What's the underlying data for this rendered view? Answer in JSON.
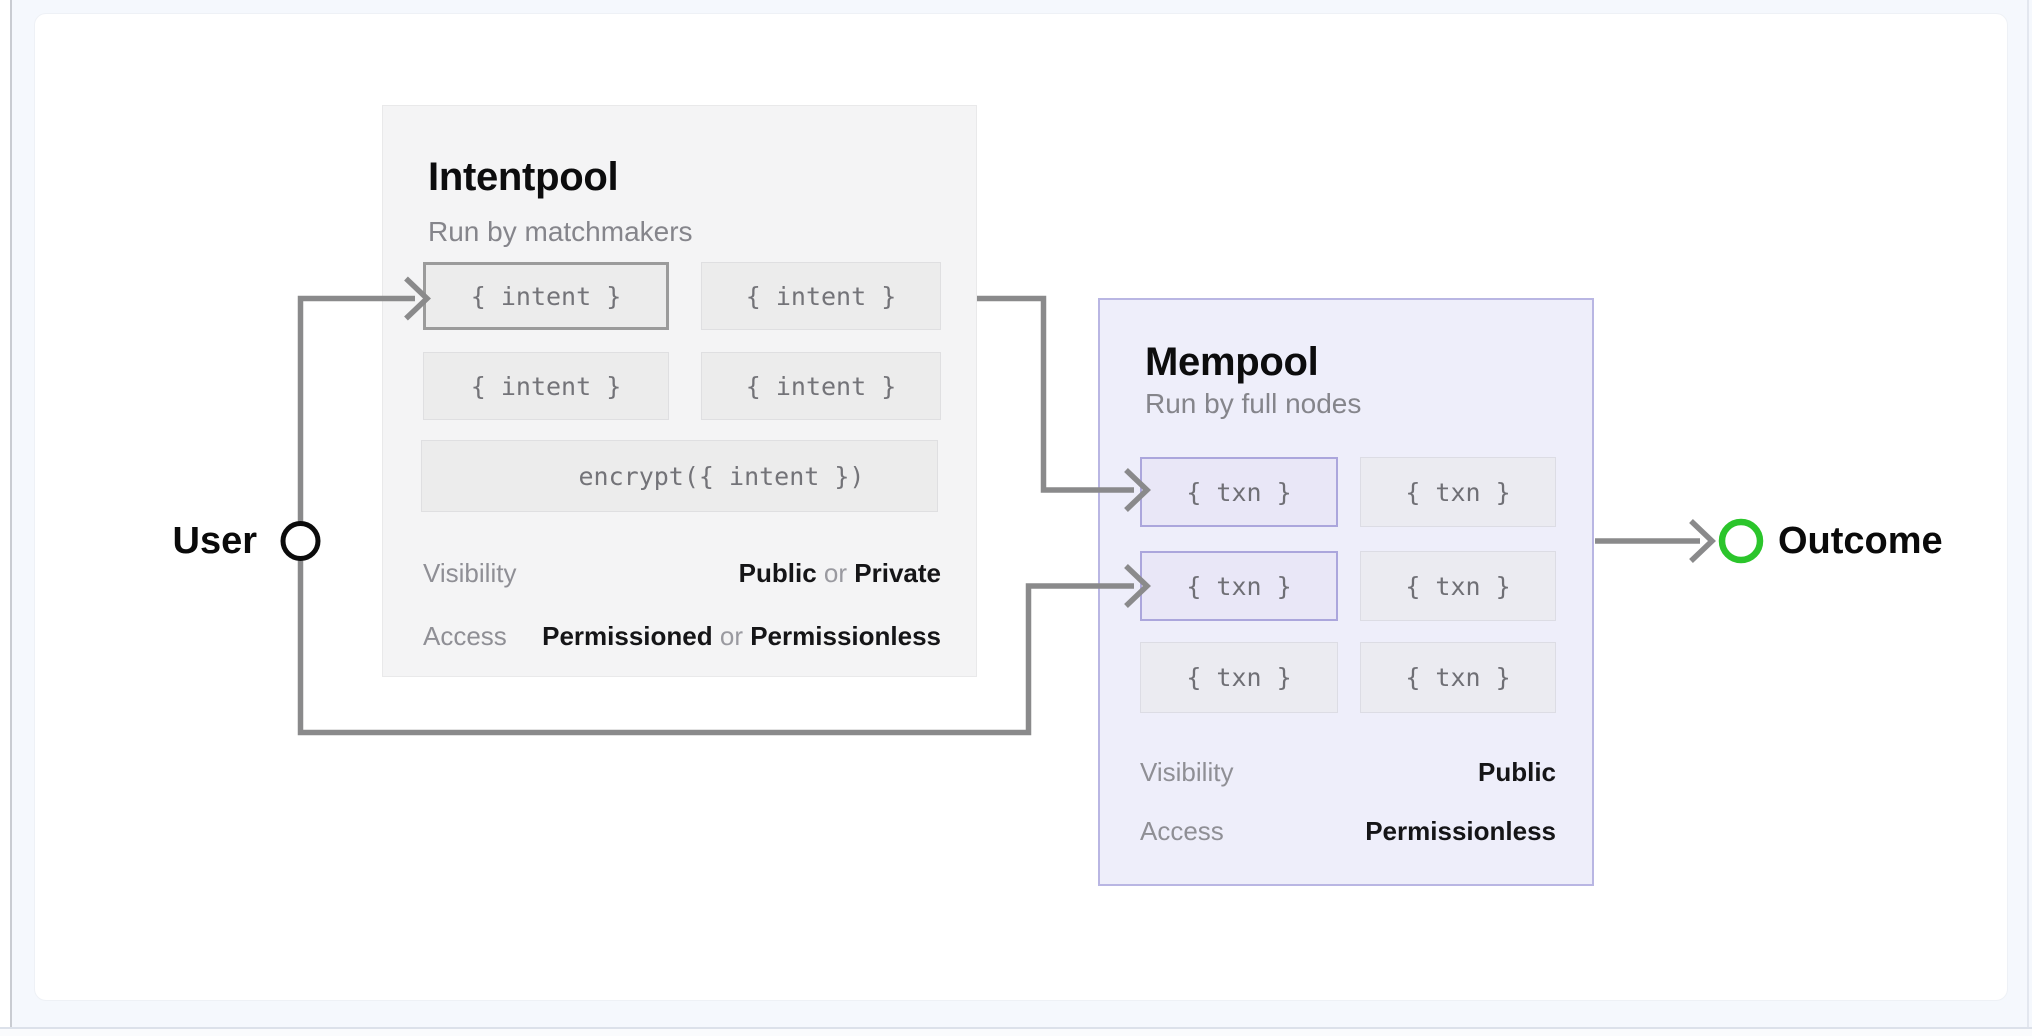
{
  "intentpool": {
    "title": "Intentpool",
    "subtitle": "Run by matchmakers",
    "intents": [
      "{ intent }",
      "{ intent }",
      "{ intent }",
      "{ intent }"
    ],
    "encrypt": "encrypt({ intent })",
    "visibility": {
      "label": "Visibility",
      "option1": "Public",
      "or": "or",
      "option2": "Private"
    },
    "access": {
      "label": "Access",
      "option1": "Permissioned",
      "or": "or",
      "option2": "Permissionless"
    }
  },
  "mempool": {
    "title": "Mempool",
    "subtitle": "Run by full nodes",
    "txns": [
      "{ txn }",
      "{ txn }",
      "{ txn }",
      "{ txn }",
      "{ txn }",
      "{ txn }"
    ],
    "visibility": {
      "label": "Visibility",
      "value": "Public"
    },
    "access": {
      "label": "Access",
      "value": "Permissionless"
    }
  },
  "user": {
    "label": "User"
  },
  "outcome": {
    "label": "Outcome"
  },
  "colors": {
    "arrow": "#8a8a8b",
    "user_ring": "#0b0b0b",
    "outcome_ring": "#2bc52b",
    "mempool_accent": "#aba6dc",
    "panel_gray": "#f4f4f5",
    "panel_lavender": "#eeeefa"
  }
}
